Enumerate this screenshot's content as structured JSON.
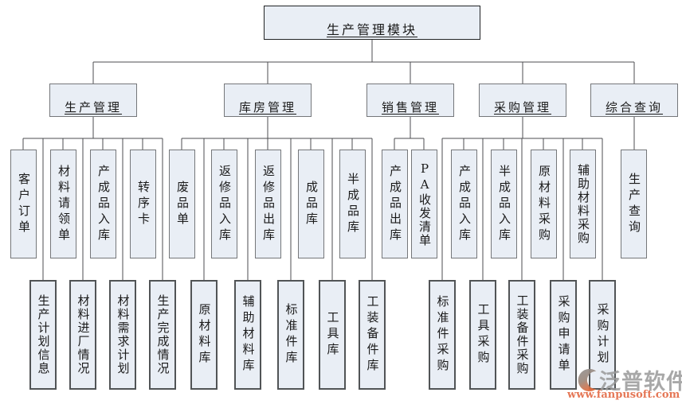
{
  "diagram": {
    "title": "生产管理模块",
    "branches": [
      {
        "label": "生产管理",
        "row1": [
          "客户订单",
          "材料请领单",
          "产成品入库",
          "转序卡"
        ],
        "row2": [
          "生产计划信息",
          "材料进厂情况",
          "材料需求计划",
          "生产完成情况"
        ]
      },
      {
        "label": "库房管理",
        "row1": [
          "废品单",
          "返修品入库",
          "返修品出库",
          "成品库",
          "半成品库"
        ],
        "row2": [
          "原材料库",
          "辅助材料库",
          "标准件库",
          "工具库",
          "工装备件库"
        ]
      },
      {
        "label": "销售管理",
        "row1": [
          "产成品出库",
          "PA收发清单"
        ],
        "row2": []
      },
      {
        "label": "采购管理",
        "row1": [
          "产成品入库",
          "半成品入库",
          "原材料采购",
          "辅助材料采购"
        ],
        "row2": [
          "标准件采购",
          "工具采购",
          "工装备件采购",
          "采购申请单",
          "采购计划"
        ]
      },
      {
        "label": "综合查询",
        "row1": [
          "生产查询"
        ],
        "row2": []
      }
    ]
  },
  "watermark": {
    "brand": "泛普软件",
    "url": "www.fanpusoft.com"
  },
  "colors": {
    "box_fill": "#e9eef5",
    "box_border": "#75777a",
    "connector_line": "#4c4e50",
    "watermark_brand": "#9a9a9a",
    "watermark_url": "#e4704d"
  }
}
